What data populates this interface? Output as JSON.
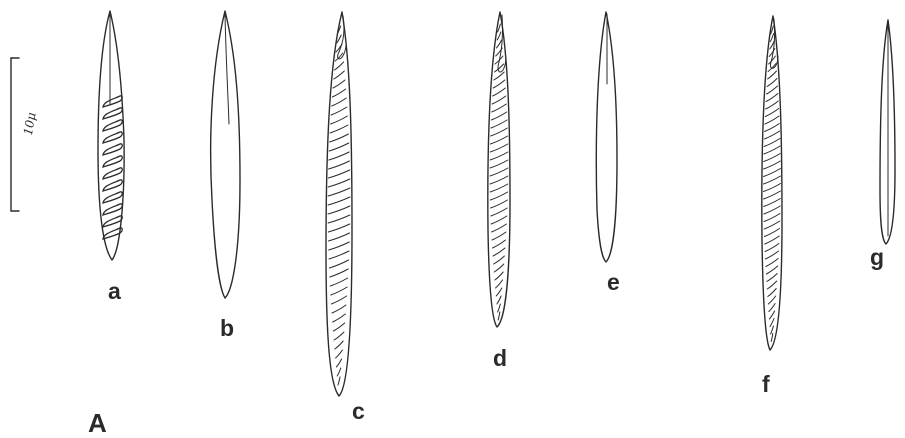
{
  "figure": {
    "panel_label": "A",
    "scale_bar_label": "10μ",
    "specimens": [
      {
        "id": "a",
        "label": "a",
        "type": "coiled-thread"
      },
      {
        "id": "b",
        "label": "b",
        "type": "plain-with-axial-line"
      },
      {
        "id": "c",
        "label": "c",
        "type": "long-coiled"
      },
      {
        "id": "d",
        "label": "d",
        "type": "coiled"
      },
      {
        "id": "e",
        "label": "e",
        "type": "plain-with-axial-line"
      },
      {
        "id": "f",
        "label": "f",
        "type": "coiled"
      },
      {
        "id": "g",
        "label": "g",
        "type": "narrow-with-axial-line"
      }
    ]
  }
}
